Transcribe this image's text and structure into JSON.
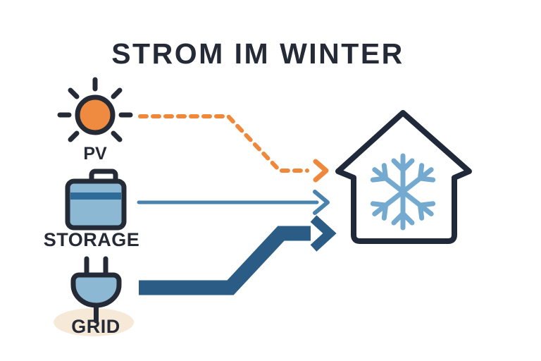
{
  "title": "STROM IM WINTER",
  "colors": {
    "navy": "#252b36",
    "orange": "#ef8b40",
    "orange_arrow": "#f0883c",
    "light_blue": "#8cb8d4",
    "stripe_blue": "#2e6b99",
    "mid_blue": "#4983ad",
    "dark_blue": "#2a5c85",
    "snowflake_blue": "#74a9d0",
    "beige": "#f6e9d8",
    "background": "#ffffff"
  },
  "sources": [
    {
      "label": "PV",
      "icon": "sun-icon",
      "flow_style": "dashed",
      "flow_color": "#f0883c"
    },
    {
      "label": "STORAGE",
      "icon": "battery-icon",
      "flow_style": "thin-solid",
      "flow_color": "#4983ad"
    },
    {
      "label": "GRID",
      "icon": "plug-icon",
      "flow_style": "thick-solid",
      "flow_color": "#2a5c85"
    }
  ],
  "destination": {
    "icon": "house-icon",
    "symbol": "snowflake-icon"
  }
}
